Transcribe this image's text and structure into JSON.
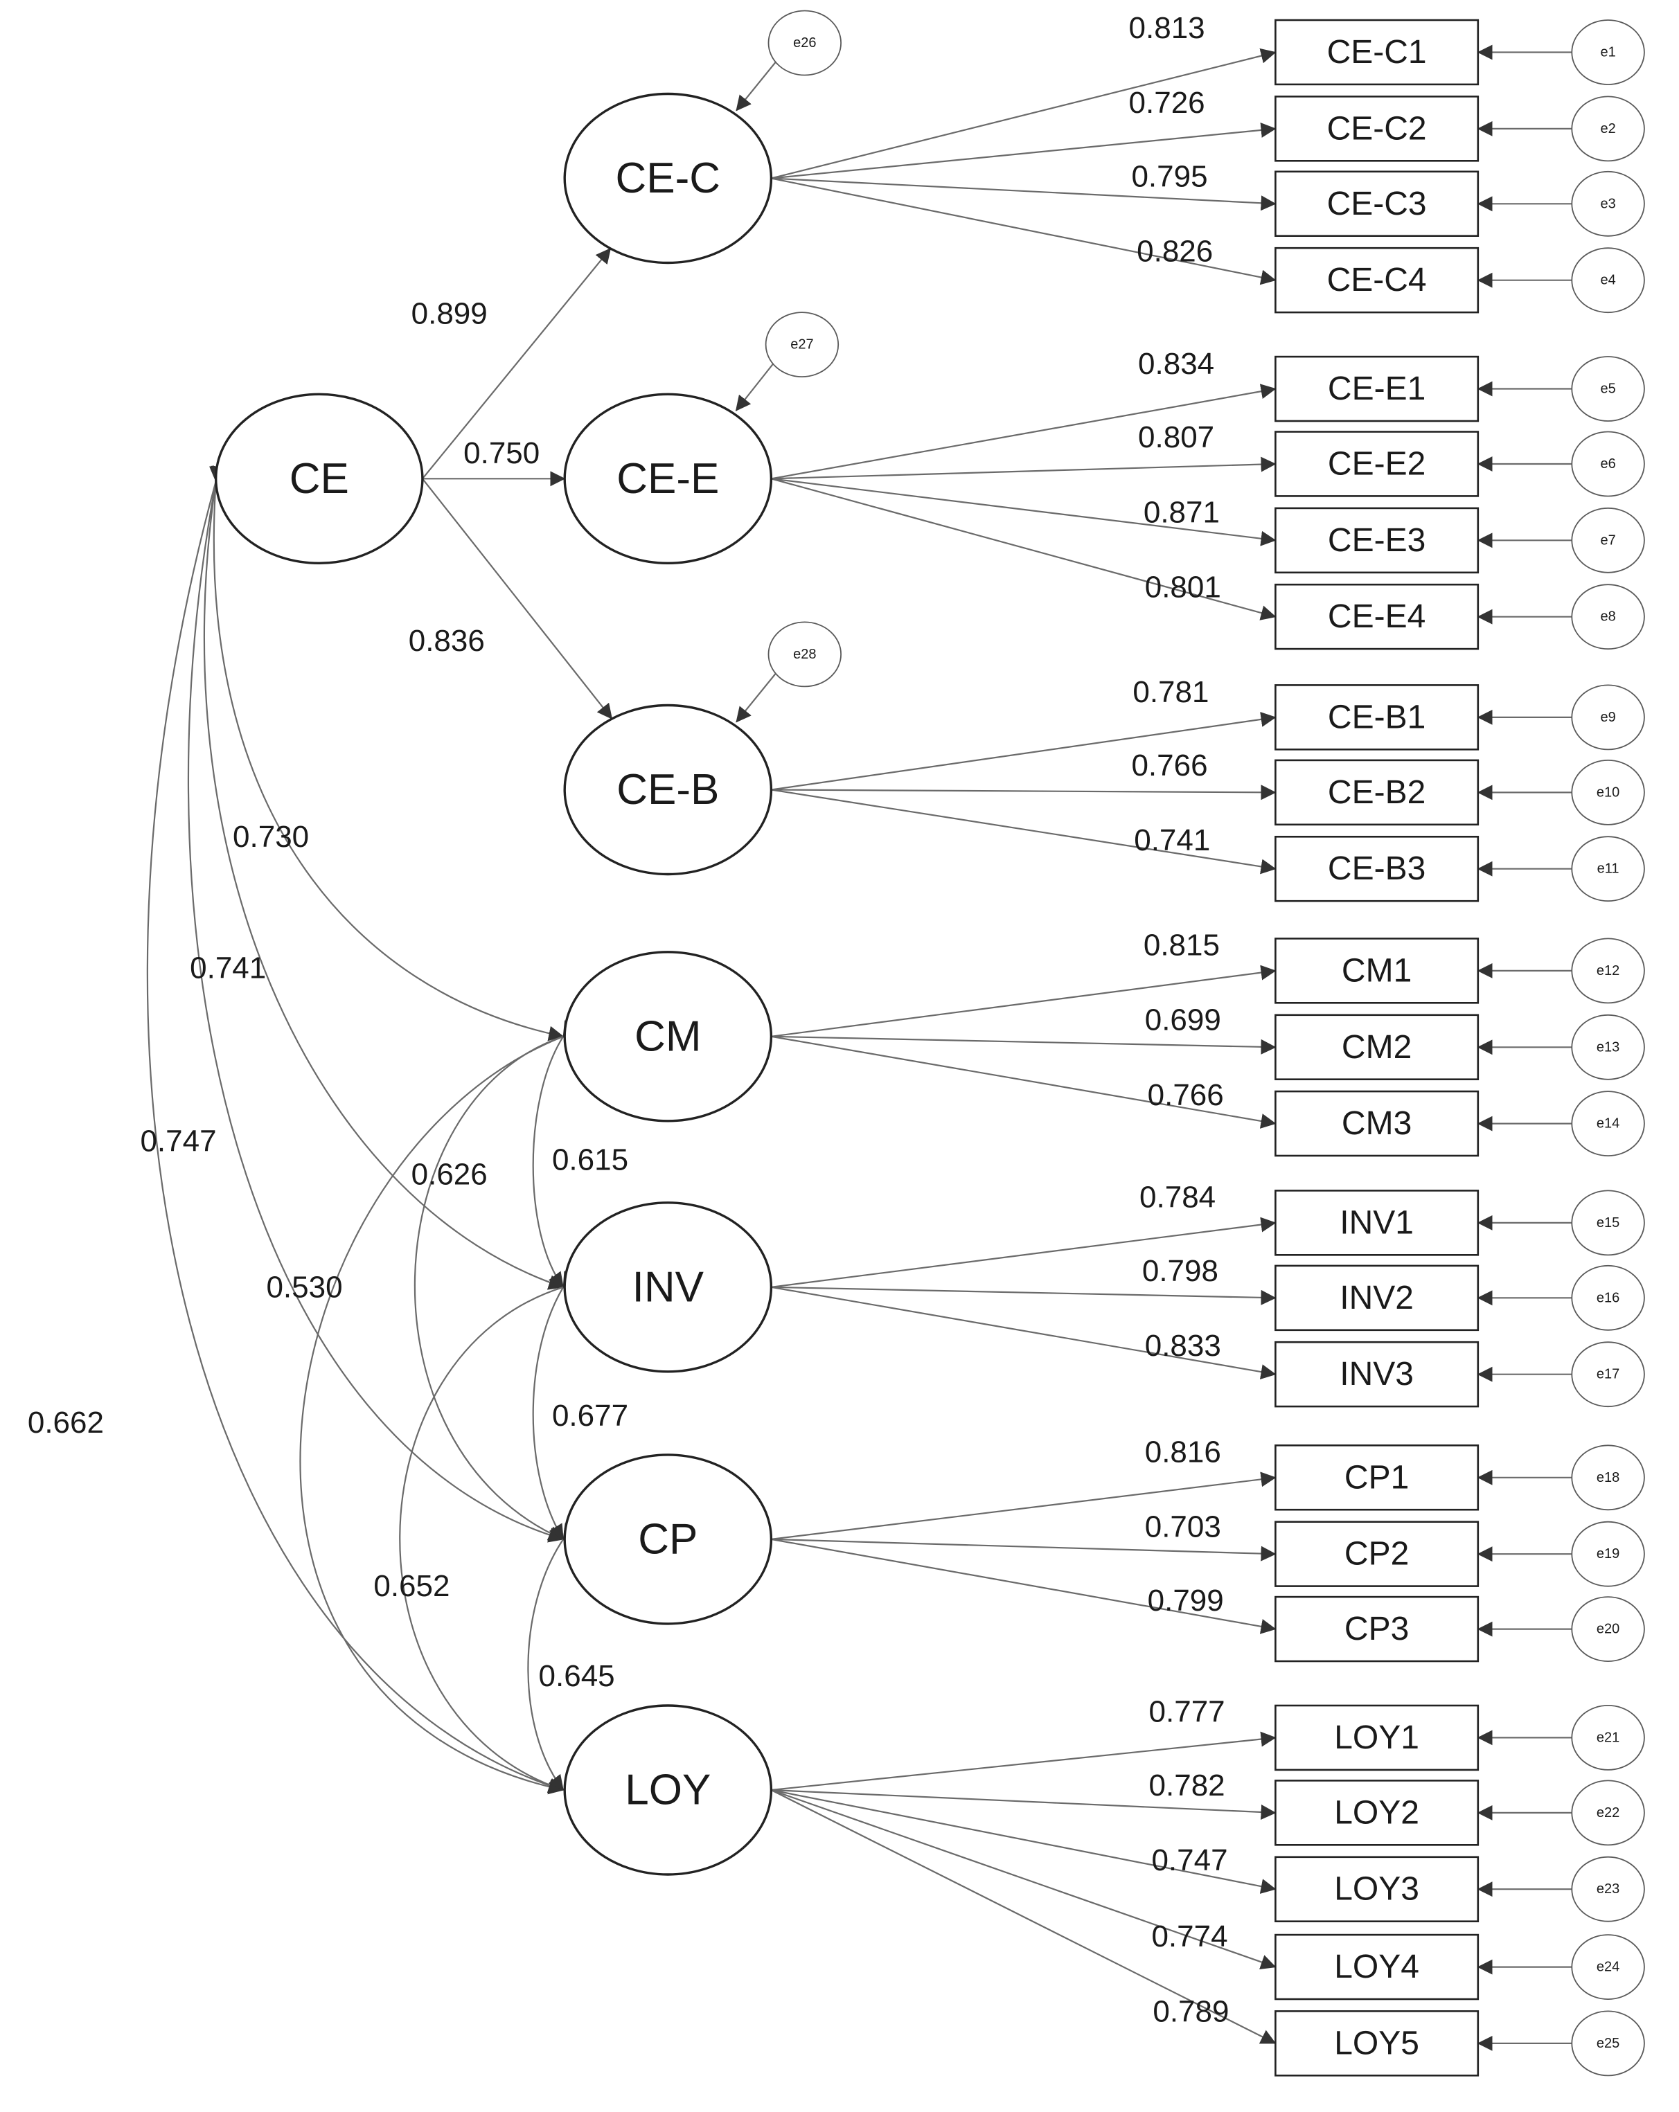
{
  "latents": [
    {
      "id": "CE",
      "label": "CE"
    },
    {
      "id": "CE-C",
      "label": "CE-C"
    },
    {
      "id": "CE-E",
      "label": "CE-E"
    },
    {
      "id": "CE-B",
      "label": "CE-B"
    },
    {
      "id": "CM",
      "label": "CM"
    },
    {
      "id": "INV",
      "label": "INV"
    },
    {
      "id": "CP",
      "label": "CP"
    },
    {
      "id": "LOY",
      "label": "LOY"
    }
  ],
  "structural_paths": [
    {
      "from": "CE",
      "to": "CE-C",
      "coef": "0.899"
    },
    {
      "from": "CE",
      "to": "CE-E",
      "coef": "0.750"
    },
    {
      "from": "CE",
      "to": "CE-B",
      "coef": "0.836"
    }
  ],
  "second_order_errors": [
    {
      "label": "e26",
      "target": "CE-C"
    },
    {
      "label": "e27",
      "target": "CE-E"
    },
    {
      "label": "e28",
      "target": "CE-B"
    }
  ],
  "indicators": [
    {
      "label": "CE-C1",
      "factor": "CE-C",
      "loading": "0.813",
      "error": "e1"
    },
    {
      "label": "CE-C2",
      "factor": "CE-C",
      "loading": "0.726",
      "error": "e2"
    },
    {
      "label": "CE-C3",
      "factor": "CE-C",
      "loading": "0.795",
      "error": "e3"
    },
    {
      "label": "CE-C4",
      "factor": "CE-C",
      "loading": "0.826",
      "error": "e4"
    },
    {
      "label": "CE-E1",
      "factor": "CE-E",
      "loading": "0.834",
      "error": "e5"
    },
    {
      "label": "CE-E2",
      "factor": "CE-E",
      "loading": "0.807",
      "error": "e6"
    },
    {
      "label": "CE-E3",
      "factor": "CE-E",
      "loading": "0.871",
      "error": "e7"
    },
    {
      "label": "CE-E4",
      "factor": "CE-E",
      "loading": "0.801",
      "error": "e8"
    },
    {
      "label": "CE-B1",
      "factor": "CE-B",
      "loading": "0.781",
      "error": "e9"
    },
    {
      "label": "CE-B2",
      "factor": "CE-B",
      "loading": "0.766",
      "error": "e10"
    },
    {
      "label": "CE-B3",
      "factor": "CE-B",
      "loading": "0.741",
      "error": "e11"
    },
    {
      "label": "CM1",
      "factor": "CM",
      "loading": "0.815",
      "error": "e12"
    },
    {
      "label": "CM2",
      "factor": "CM",
      "loading": "0.699",
      "error": "e13"
    },
    {
      "label": "CM3",
      "factor": "CM",
      "loading": "0.766",
      "error": "e14"
    },
    {
      "label": "INV1",
      "factor": "INV",
      "loading": "0.784",
      "error": "e15"
    },
    {
      "label": "INV2",
      "factor": "INV",
      "loading": "0.798",
      "error": "e16"
    },
    {
      "label": "INV3",
      "factor": "INV",
      "loading": "0.833",
      "error": "e17"
    },
    {
      "label": "CP1",
      "factor": "CP",
      "loading": "0.816",
      "error": "e18"
    },
    {
      "label": "CP2",
      "factor": "CP",
      "loading": "0.703",
      "error": "e19"
    },
    {
      "label": "CP3",
      "factor": "CP",
      "loading": "0.799",
      "error": "e20"
    },
    {
      "label": "LOY1",
      "factor": "LOY",
      "loading": "0.777",
      "error": "e21"
    },
    {
      "label": "LOY2",
      "factor": "LOY",
      "loading": "0.782",
      "error": "e22"
    },
    {
      "label": "LOY3",
      "factor": "LOY",
      "loading": "0.747",
      "error": "e23"
    },
    {
      "label": "LOY4",
      "factor": "LOY",
      "loading": "0.774",
      "error": "e24"
    },
    {
      "label": "LOY5",
      "factor": "LOY",
      "loading": "0.789",
      "error": "e25"
    }
  ],
  "correlations": [
    {
      "a": "CE",
      "b": "CM",
      "coef": "0.730"
    },
    {
      "a": "CE",
      "b": "INV",
      "coef": "0.741"
    },
    {
      "a": "CE",
      "b": "CP",
      "coef": "0.747"
    },
    {
      "a": "CE",
      "b": "LOY",
      "coef": "0.662"
    },
    {
      "a": "CM",
      "b": "INV",
      "coef": "0.615"
    },
    {
      "a": "CM",
      "b": "CP",
      "coef": "0.626"
    },
    {
      "a": "CM",
      "b": "LOY",
      "coef": "0.530"
    },
    {
      "a": "INV",
      "b": "CP",
      "coef": "0.677"
    },
    {
      "a": "INV",
      "b": "LOY",
      "coef": "0.652"
    },
    {
      "a": "CP",
      "b": "LOY",
      "coef": "0.645"
    }
  ]
}
